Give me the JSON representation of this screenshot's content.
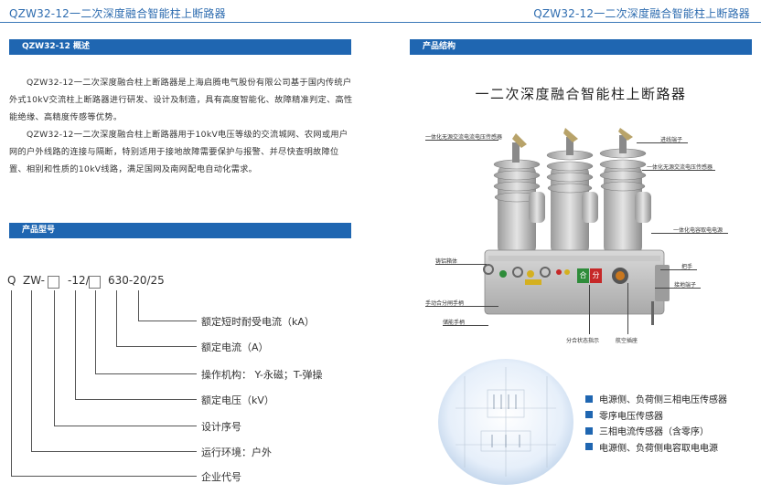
{
  "header": {
    "left_title": "QZW32-12一二次深度融合智能柱上断路器",
    "right_title": "QZW32-12一二次深度融合智能柱上断路器"
  },
  "sections": {
    "overview_title": "QZW32-12 概述",
    "model_title": "产品型号",
    "structure_title": "产品结构"
  },
  "overview": {
    "paragraph1": "QZW32-12一二次深度融合柱上断路器是上海启腾电气股份有限公司基于国内传统户外式10kV交流柱上断路器进行研发、设计及制造，具有高度智能化、故障精准判定、高性能绝缘、高精度传感等优势。",
    "paragraph2": "QZW32-12一二次深度融合柱上断路器用于10kV电压等级的交流城网、农网或用户网的户外线路的连接与隔断，特别适用于接地故障需要保护与报警、并尽快查明故障位置、相别和性质的10kV线路，满足国网及南网配电自动化需求。"
  },
  "model": {
    "q": "Q",
    "zw": "ZW-",
    "mid": "-12/",
    "tail": "630-20/25",
    "labels": [
      "额定短时耐受电流（kA）",
      "额定电流（A）",
      "操作机构： Y-永磁；T-弹操",
      "额定电压（kV）",
      "设计序号",
      "运行环境：户外",
      "企业代号"
    ]
  },
  "product": {
    "title": "一二次深度融合智能柱上断路器",
    "callouts": [
      "一体化无源交流电流电压传感器",
      "进线端子",
      "一体化无源交流电压传感器",
      "一体化电容取电电源",
      "铸铝箱体",
      "手动合分闸手柄",
      "储能手柄",
      "分合状态指示",
      "航空插座",
      "把手",
      "接地端子"
    ],
    "indicator_closed": "合",
    "indicator_open": "分"
  },
  "legend": [
    "电源侧、负荷侧三相电压传感器",
    "零序电压传感器",
    "三相电流传感器（含零序）",
    "电源侧、负荷侧电容取电电源"
  ],
  "colors": {
    "accent": "#1f66b1",
    "header_text": "#2f6db0"
  }
}
